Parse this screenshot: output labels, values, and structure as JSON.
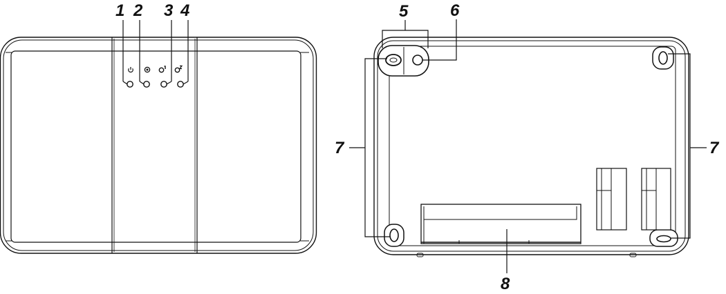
{
  "diagram": {
    "front_view": {
      "led_callouts": [
        "1",
        "2",
        "3",
        "4"
      ],
      "led_icons": [
        "power-icon",
        "status-icon",
        "link1-icon",
        "link2-icon"
      ]
    },
    "rear_view": {
      "callouts": {
        "wall_mount_screw_holes": "5",
        "reset_button": "6",
        "mounting_holes_left": "7",
        "mounting_holes_right": "7",
        "label_area": "8"
      }
    }
  }
}
